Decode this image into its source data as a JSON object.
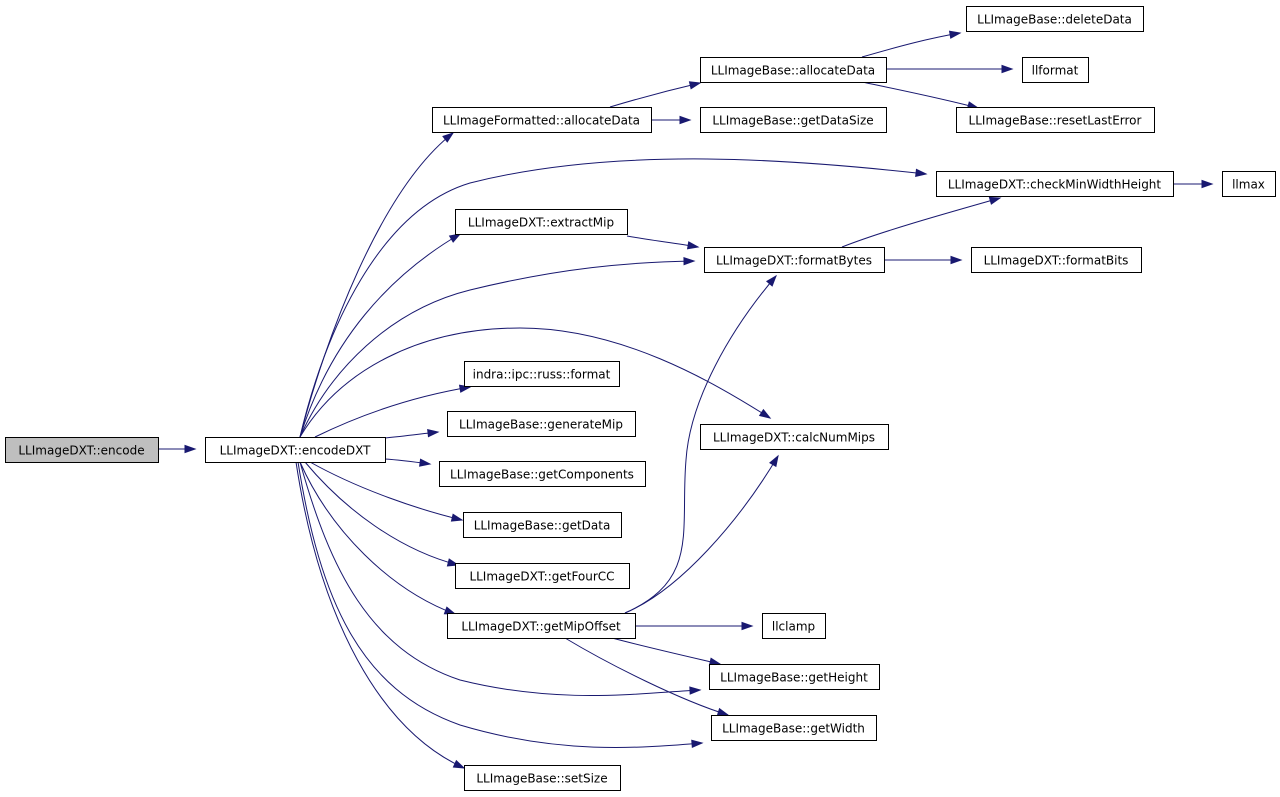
{
  "diagram": {
    "nodes": [
      {
        "id": "encode",
        "label": "LLImageDXT::encode",
        "root": true
      },
      {
        "id": "encodeDXT",
        "label": "LLImageDXT::encodeDXT"
      },
      {
        "id": "fmtAlloc",
        "label": "LLImageFormatted::allocateData"
      },
      {
        "id": "baseAlloc",
        "label": "LLImageBase::allocateData"
      },
      {
        "id": "deleteData",
        "label": "LLImageBase::deleteData"
      },
      {
        "id": "llformat",
        "label": "llformat"
      },
      {
        "id": "resetErr",
        "label": "LLImageBase::resetLastError"
      },
      {
        "id": "dataSize",
        "label": "LLImageBase::getDataSize"
      },
      {
        "id": "checkMin",
        "label": "LLImageDXT::checkMinWidthHeight"
      },
      {
        "id": "llmax",
        "label": "llmax"
      },
      {
        "id": "extractMip",
        "label": "LLImageDXT::extractMip"
      },
      {
        "id": "formatBytes",
        "label": "LLImageDXT::formatBytes"
      },
      {
        "id": "formatBits",
        "label": "LLImageDXT::formatBits"
      },
      {
        "id": "russFormat",
        "label": "indra::ipc::russ::format"
      },
      {
        "id": "genMip",
        "label": "LLImageBase::generateMip"
      },
      {
        "id": "calcMips",
        "label": "LLImageDXT::calcNumMips"
      },
      {
        "id": "getComp",
        "label": "LLImageBase::getComponents"
      },
      {
        "id": "getData",
        "label": "LLImageBase::getData"
      },
      {
        "id": "fourCC",
        "label": "LLImageDXT::getFourCC"
      },
      {
        "id": "mipOffset",
        "label": "LLImageDXT::getMipOffset"
      },
      {
        "id": "llclamp",
        "label": "llclamp"
      },
      {
        "id": "getHeight",
        "label": "LLImageBase::getHeight"
      },
      {
        "id": "getWidth",
        "label": "LLImageBase::getWidth"
      },
      {
        "id": "setSize",
        "label": "LLImageBase::setSize"
      }
    ]
  }
}
